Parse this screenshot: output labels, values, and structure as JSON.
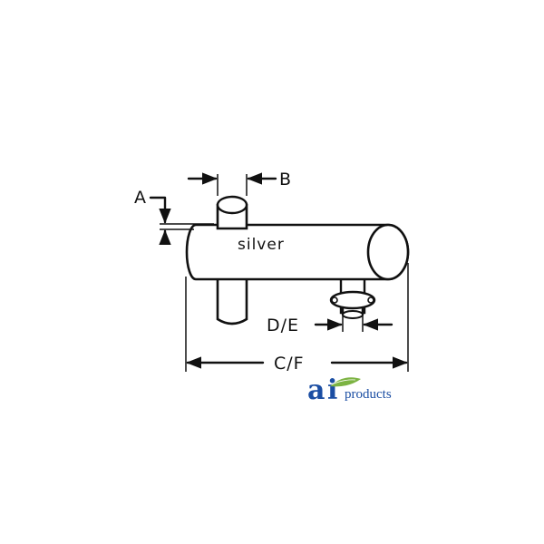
{
  "labels": {
    "a": "A",
    "b": "B",
    "de": "D/E",
    "cf": "C/F",
    "finish": "silver"
  },
  "logo": {
    "a": "a",
    "i": "i",
    "products": "products"
  },
  "colors": {
    "line": "#111111",
    "logo_blue": "#1b4ea3",
    "logo_green": "#7cb342"
  }
}
